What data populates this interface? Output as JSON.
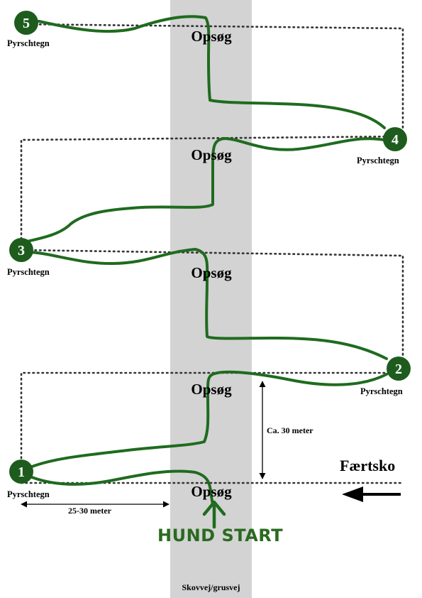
{
  "road": {
    "label": "Skovvej/grusvej"
  },
  "search_labels": [
    "Opsøg",
    "Opsøg",
    "Opsøg",
    "Opsøg",
    "Opsøg"
  ],
  "markers": [
    {
      "number": "1",
      "label": "Pyrschtegn"
    },
    {
      "number": "2",
      "label": "Pyrschtegn"
    },
    {
      "number": "3",
      "label": "Pyrschtegn"
    },
    {
      "number": "4",
      "label": "Pyrschtegn"
    },
    {
      "number": "5",
      "label": "Pyrschtegn"
    }
  ],
  "measure": {
    "height": "Ca. 30 meter",
    "width": "25-30 meter"
  },
  "shoe": {
    "label": "Færtsko"
  },
  "start": {
    "label": "HUND START"
  },
  "colors": {
    "track": "#1f6b1f",
    "marker": "#1d5c1d",
    "road": "#d3d3d3",
    "start_text": "#2a6b1f"
  }
}
